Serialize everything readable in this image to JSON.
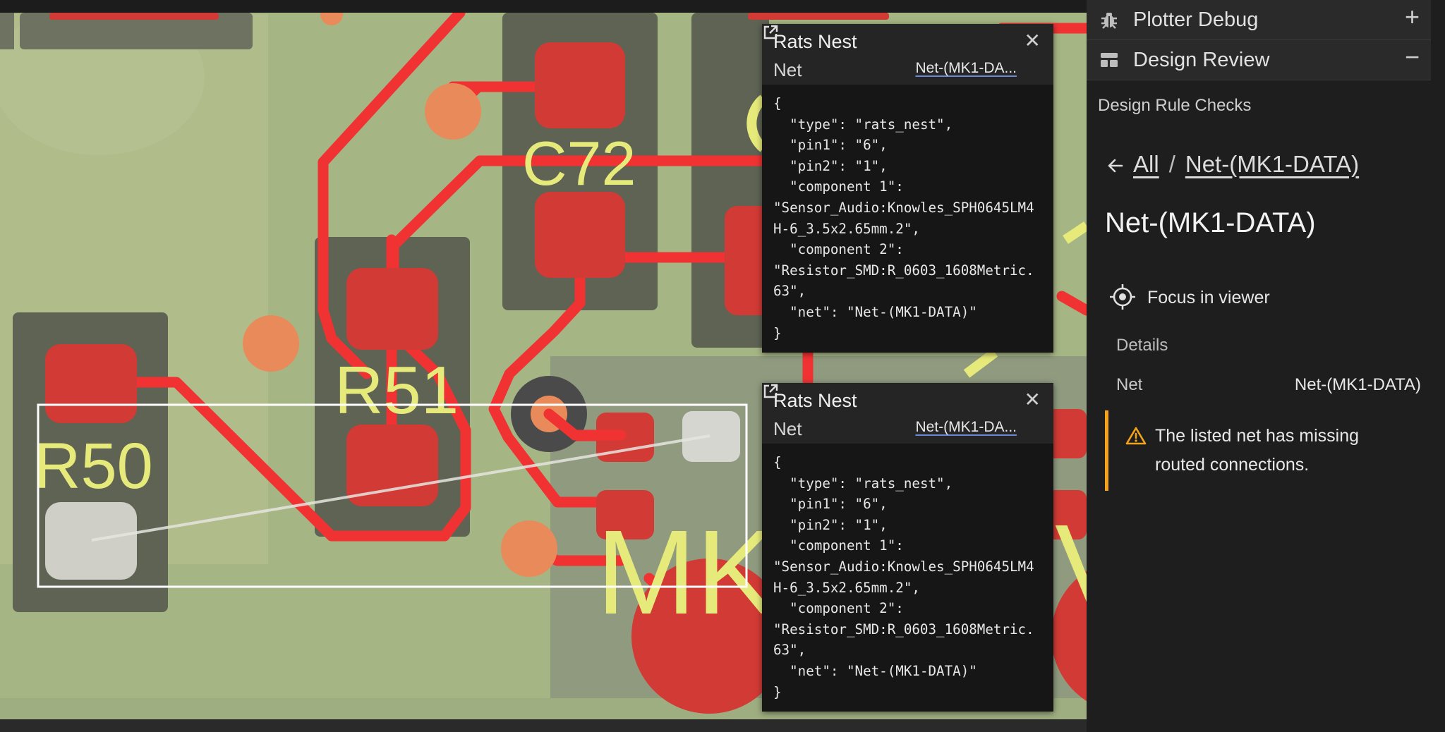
{
  "viewer": {
    "labels": {
      "r50": "R50",
      "r51": "R51",
      "c72": "C72",
      "mk": "MK"
    }
  },
  "popups": [
    {
      "title": "Rats Nest",
      "net_label": "Net",
      "net_link": "Net-(MK1-DA...",
      "json_text": "{\n  \"type\": \"rats_nest\",\n  \"pin1\": \"6\",\n  \"pin2\": \"1\",\n  \"component 1\":\n\"Sensor_Audio:Knowles_SPH0645LM4H-6_3.5x2.65mm.2\",\n  \"component 2\":\n\"Resistor_SMD:R_0603_1608Metric.63\",\n  \"net\": \"Net-(MK1-DATA)\"\n}"
    },
    {
      "title": "Rats Nest",
      "net_label": "Net",
      "net_link": "Net-(MK1-DA...",
      "json_text": "{\n  \"type\": \"rats_nest\",\n  \"pin1\": \"6\",\n  \"pin2\": \"1\",\n  \"component 1\":\n\"Sensor_Audio:Knowles_SPH0645LM4H-6_3.5x2.65mm.2\",\n  \"component 2\":\n\"Resistor_SMD:R_0603_1608Metric.63\",\n  \"net\": \"Net-(MK1-DATA)\"\n}"
    }
  ],
  "sidebar": {
    "plotter_debug": {
      "title": "Plotter Debug",
      "toggle": "+",
      "icon": "bug-icon"
    },
    "design_review": {
      "title": "Design Review",
      "toggle": "−",
      "icon": "layout-icon"
    },
    "section_heading": "Design Rule Checks",
    "breadcrumb": {
      "all": "All",
      "separator": "/",
      "current": "Net-(MK1-DATA)"
    },
    "title": "Net-(MK1-DATA)",
    "focus_label": "Focus in viewer",
    "details_heading": "Details",
    "detail_rows": [
      {
        "key": "Net",
        "value": "Net-(MK1-DATA)"
      }
    ],
    "warning_text": "The listed net has missing routed connections.",
    "warning_color": "#f2a31b"
  },
  "colors": {
    "board": "#a6b584",
    "pad": "#d23a35",
    "trace": "#f03232",
    "silkscreen": "#e6ea7a",
    "via": "#e98a5a"
  }
}
